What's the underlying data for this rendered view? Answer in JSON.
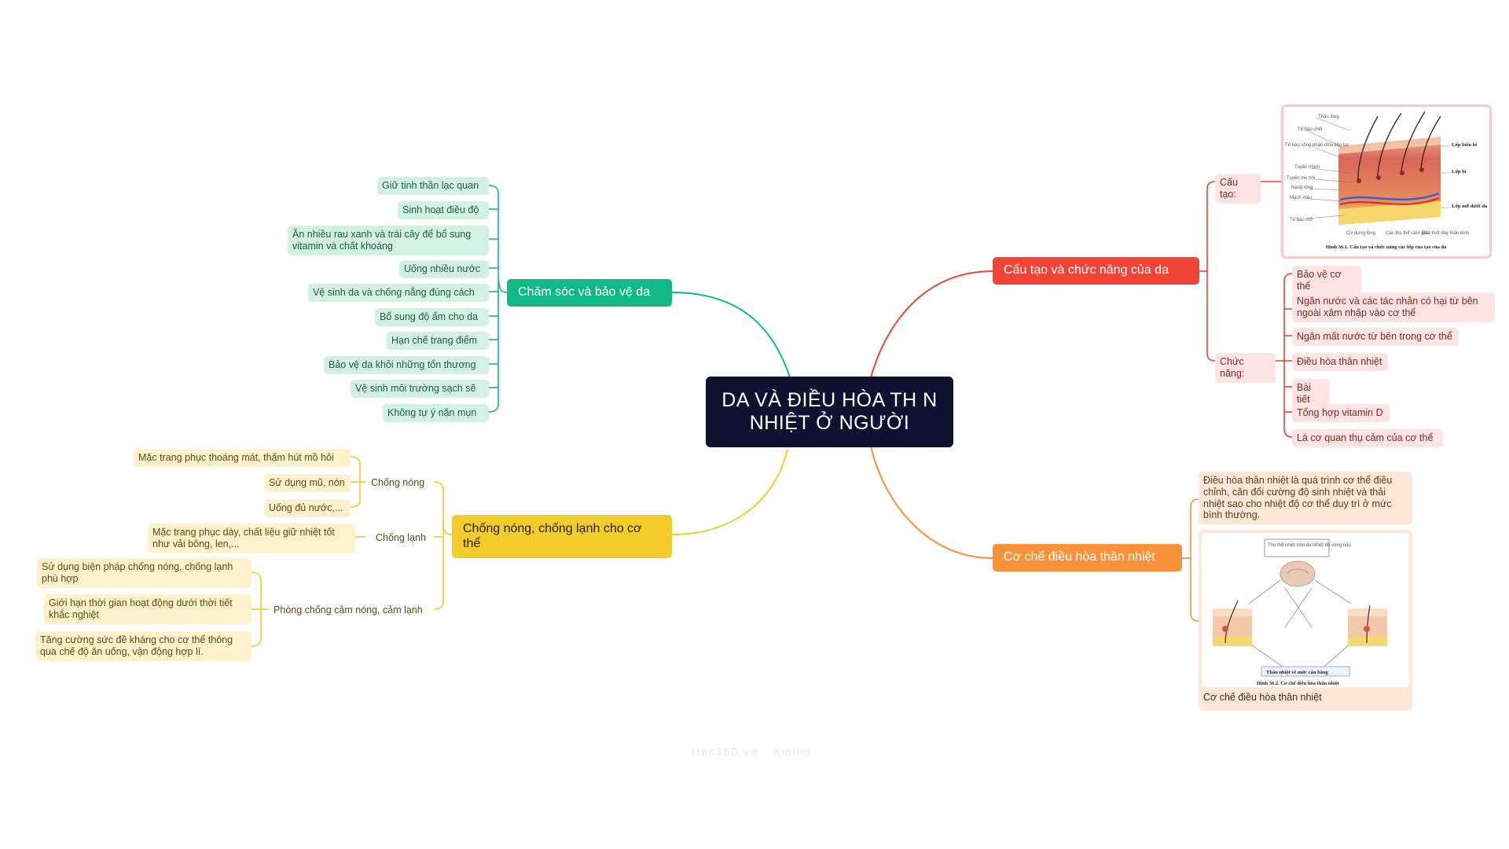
{
  "root": {
    "title": "DA VÀ ĐIỀU HÒA TH N NHIỆT Ở NGƯỜI"
  },
  "branches": {
    "care": {
      "label": "Chăm sóc và bảo vệ da",
      "color": "#12b886",
      "items": [
        "Giữ tinh thần lạc quan",
        "Sinh hoạt điều độ",
        "Ăn nhiều rau xanh và trái cây để bổ sung vitamin và chất khoáng",
        "Uống nhiều nước",
        "Vệ sinh da và chống nắng đúng cách",
        "Bổ sung độ ẩm cho da",
        "Hạn chế trang điểm",
        "Bảo vệ da khỏi những tổn thương",
        "Vệ sinh môi trường sạch sẽ",
        "Không tự ý nặn mụn"
      ]
    },
    "heat": {
      "label": "Chống nóng, chống lạnh cho cơ thể",
      "color": "#f2cc2a",
      "sub": {
        "hot": "Chống nóng",
        "cold": "Chống lạnh",
        "prevent": "Phòng chống cảm nóng, cảm lạnh"
      },
      "hot_items": [
        "Mặc trang phục thoáng mát, thấm hút mồ hôi",
        "Sử dụng mũ, nón",
        "Uống đủ nước,..."
      ],
      "cold_items": [
        "Mặc trang phục dày, chất liệu giữ nhiệt tốt như vải bông, len,..."
      ],
      "prevent_items": [
        "Sử dụng biện pháp chống nóng, chống lạnh phù hợp",
        "Giới hạn thời gian hoạt động dưới thời tiết khắc nghiệt",
        "Tăng cường sức đề kháng cho cơ thể thông qua chế độ ăn uống, vận động hợp lí."
      ]
    },
    "structure": {
      "label": "Cấu tạo và chức năng của da",
      "color": "#f04438",
      "sub": {
        "structure": "Cấu tạo:",
        "function": "Chức năng:"
      },
      "function_items": [
        "Bảo vệ cơ thể",
        "Ngăn nước và các tác nhân có hại từ bên ngoài xâm nhập vào cơ thể",
        "Ngăn mất nước từ bên trong cơ thể",
        "Điều hòa thân nhiệt",
        "Bài tiết",
        "Tổng hợp vitamin D",
        "Là cơ quan thụ cảm của cơ thể"
      ],
      "figure": {
        "caption": "Hình 36.1. Cấu tạo và chức năng các lớp của tạo của da",
        "left_labels": [
          "Thân lông",
          "Tế bào chết",
          "Tế bào sống phân chia liên tục",
          "Tuyến nhờn",
          "Tuyến mồ hôi",
          "Nang lông",
          "Mạch máu",
          "Tế bào mỡ"
        ],
        "right_labels": [
          "Lớp biểu bì",
          "Lớp bì",
          "Lớp mỡ dưới da"
        ],
        "bottom_labels": [
          "Cơ dựng lông",
          "Các thụ thể cảm giác",
          "Đầu mút dây thần kinh"
        ]
      }
    },
    "mechanism": {
      "label": "Cơ chế điều hòa thân nhiệt",
      "color": "#f7923a",
      "definition": "Điều hòa thân nhiệt là quá trình cơ thể điều chỉnh, cân đối cường độ sinh nhiệt và thải nhiệt sao cho nhiệt độ cơ thể duy trì ở mức bình thường.",
      "image_caption": "Cơ chế điều hòa thân nhiệt",
      "figure": {
        "caption": "Hình 36.2. Cơ chế điều hòa thân nhiệt",
        "center_label": "Thân nhiệt về mức cân bằng",
        "top_label": "Thụ thể nhiệt trên da Nhiệt độ vùng não"
      }
    }
  },
  "watermark": "Hoc360.vn · Xmind",
  "colors": {
    "root_bg": "#0e1230",
    "green": "#12b886",
    "yellow": "#f2cc2a",
    "red": "#f04438",
    "orange": "#f7923a"
  }
}
